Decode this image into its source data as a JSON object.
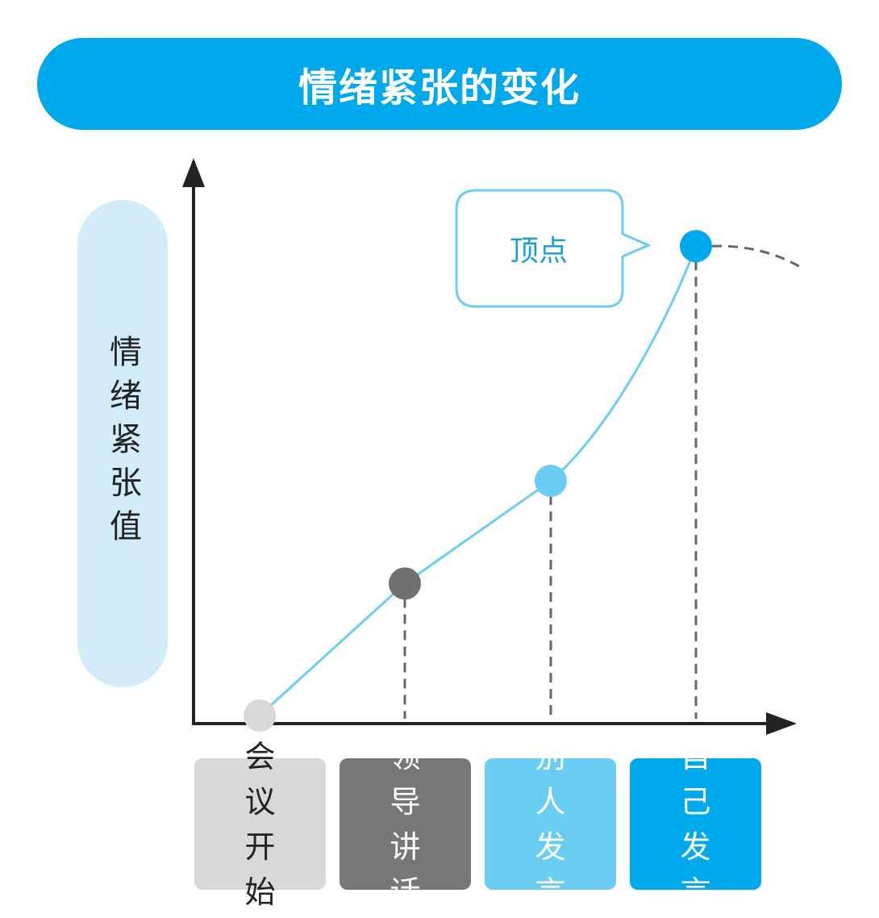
{
  "title": "情绪紧张的变化",
  "colors": {
    "title_bg": "#00a8ec",
    "ylabel_bg": "#d2ecf9",
    "curve": "#6ccdf2",
    "axis": "#222222",
    "dash": "#666666",
    "callout_border": "#6ccdf2",
    "callout_text": "#1aa0d8"
  },
  "chart_data": {
    "type": "line",
    "title": "情绪紧张的变化",
    "ylabel": "情绪紧张值",
    "xlabel": "",
    "categories": [
      "会议开始",
      "领导讲话",
      "别人发言",
      "自己发言"
    ],
    "values": [
      0,
      27,
      48,
      96
    ],
    "ylim": [
      0,
      115
    ],
    "grid": false,
    "legend": "none",
    "point_colors": [
      "#d9d9d9",
      "#707070",
      "#6ccdf2",
      "#00a8ec"
    ],
    "box_colors": [
      "#d9d9d9",
      "#777777",
      "#6ccdf2",
      "#00a8ec"
    ],
    "box_text_colors": [
      "#222222",
      "#ffffff",
      "#ffffff",
      "#ffffff"
    ],
    "annotation": {
      "text": "顶点",
      "target_index": 3
    }
  }
}
